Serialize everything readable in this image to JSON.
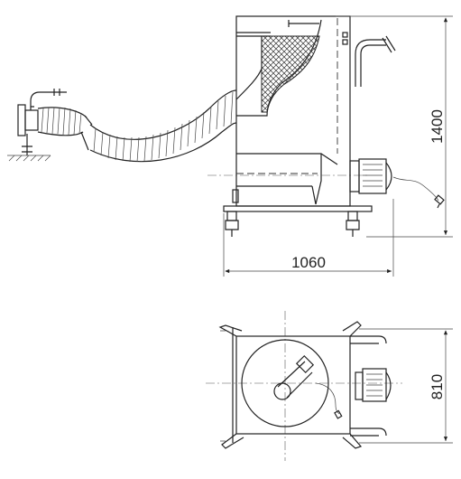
{
  "dimensions": {
    "height": "1400",
    "length": "1060",
    "width": "810"
  },
  "colors": {
    "line": "#222222",
    "background": "#ffffff"
  },
  "icons": [
    "power-plug-icon",
    "motor-icon",
    "wheel-icon"
  ]
}
